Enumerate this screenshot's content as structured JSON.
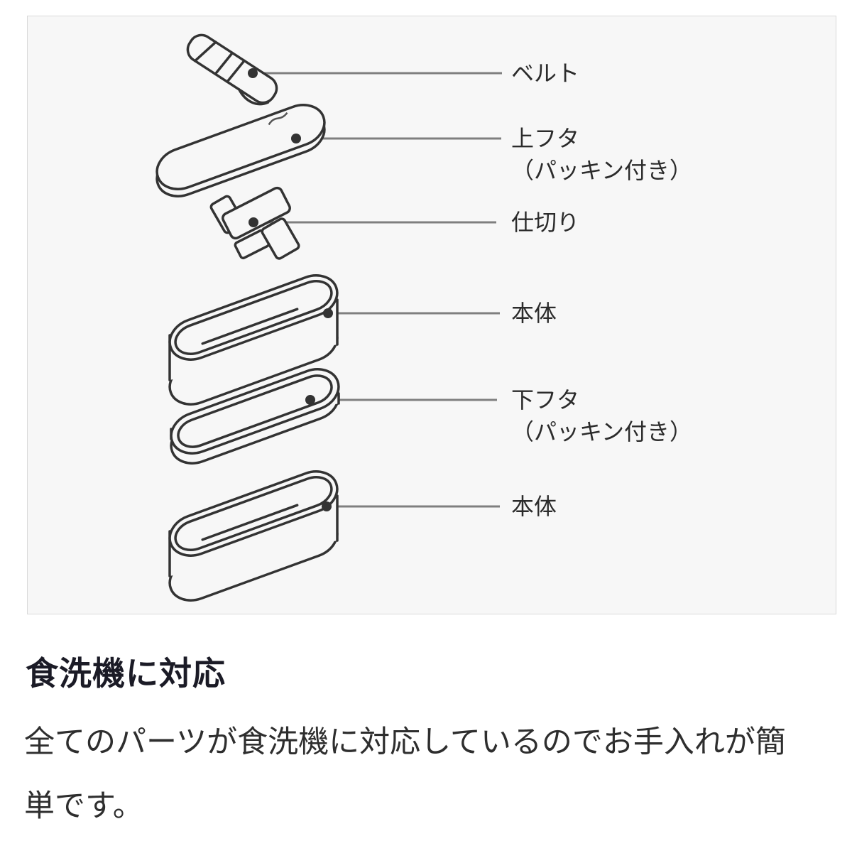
{
  "image_panel": {
    "description": "exploded-parts-diagram-of-two-tier-lunch-box",
    "parts": {
      "belt": "ベルト",
      "upper_lid": "上フタ",
      "upper_lid_note": "（パッキン付き）",
      "divider": "仕切り",
      "body_upper": "本体",
      "lower_lid": "下フタ",
      "lower_lid_note": "（パッキン付き）",
      "body_lower": "本体"
    }
  },
  "section": {
    "heading": "食洗機に対応",
    "body_lines": [
      "全てのパーツが食洗機に対応しているのでお手入れが簡",
      "単です。"
    ]
  },
  "colors": {
    "line_art": "#333333",
    "leader_line": "#7f7f7f",
    "panel_background": "#f7f7f7",
    "panel_border": "#d9d9d9",
    "heading_text": "#1b1b26",
    "body_text": "#2e2e2e"
  }
}
